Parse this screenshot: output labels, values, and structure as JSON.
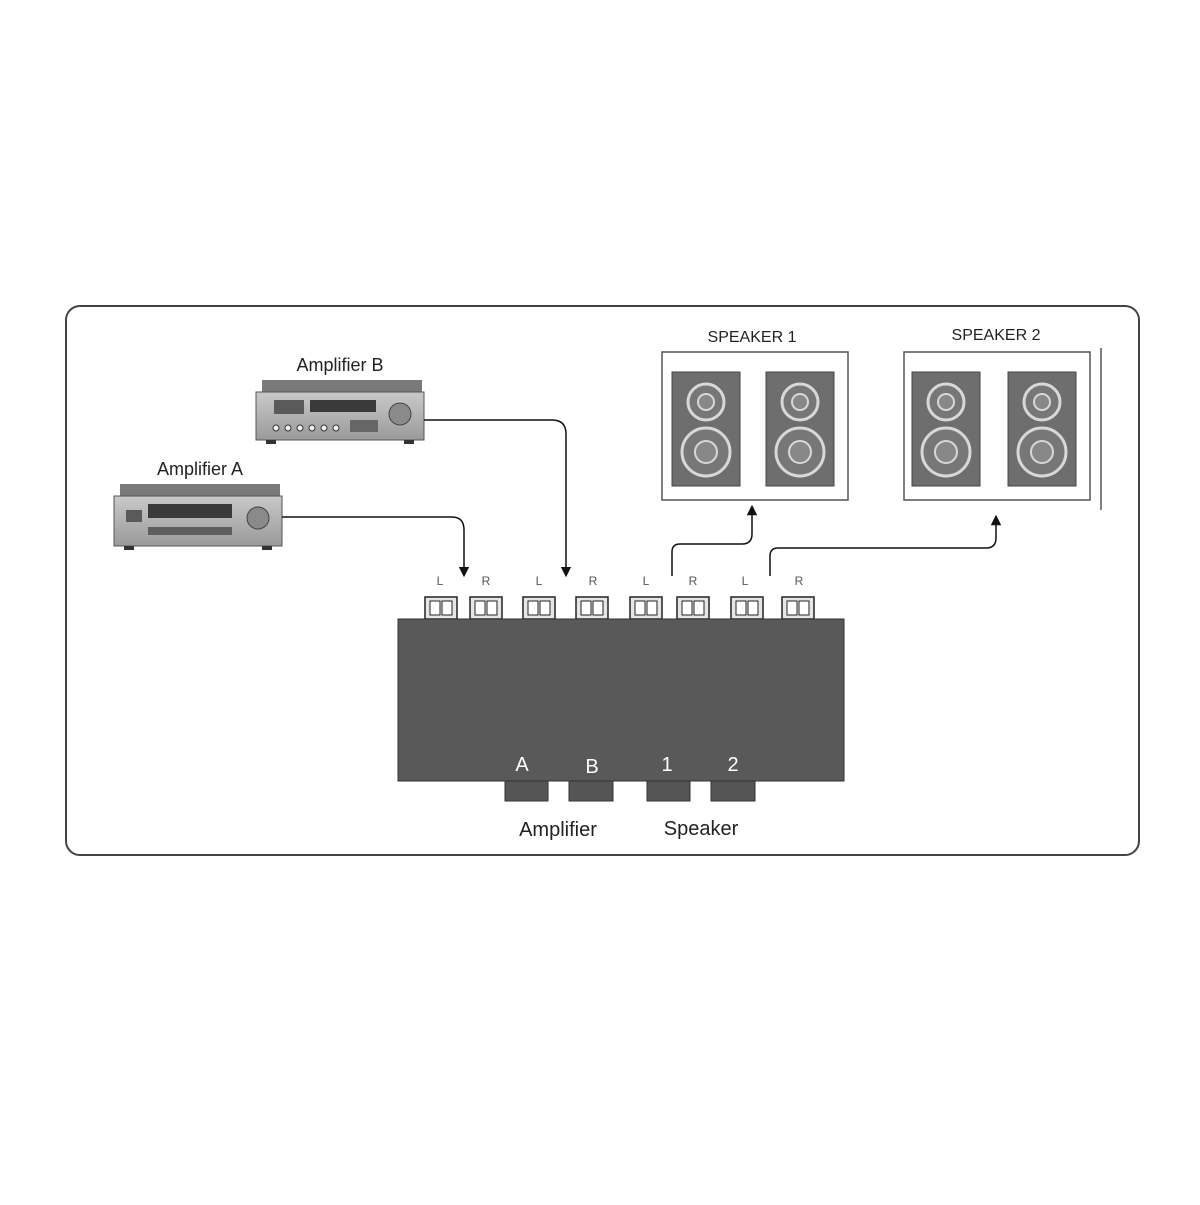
{
  "diagram": {
    "amplifier_a": {
      "label": "Amplifier A"
    },
    "amplifier_b": {
      "label": "Amplifier B"
    },
    "speaker_1": {
      "label": "SPEAKER 1"
    },
    "speaker_2": {
      "label": "SPEAKER 2"
    },
    "terminals": [
      "L",
      "R",
      "L",
      "R",
      "L",
      "R",
      "L",
      "R"
    ],
    "selector_buttons": [
      "A",
      "B",
      "1",
      "2"
    ],
    "group_labels": {
      "amplifier": "Amplifier",
      "speaker": "Speaker"
    }
  }
}
